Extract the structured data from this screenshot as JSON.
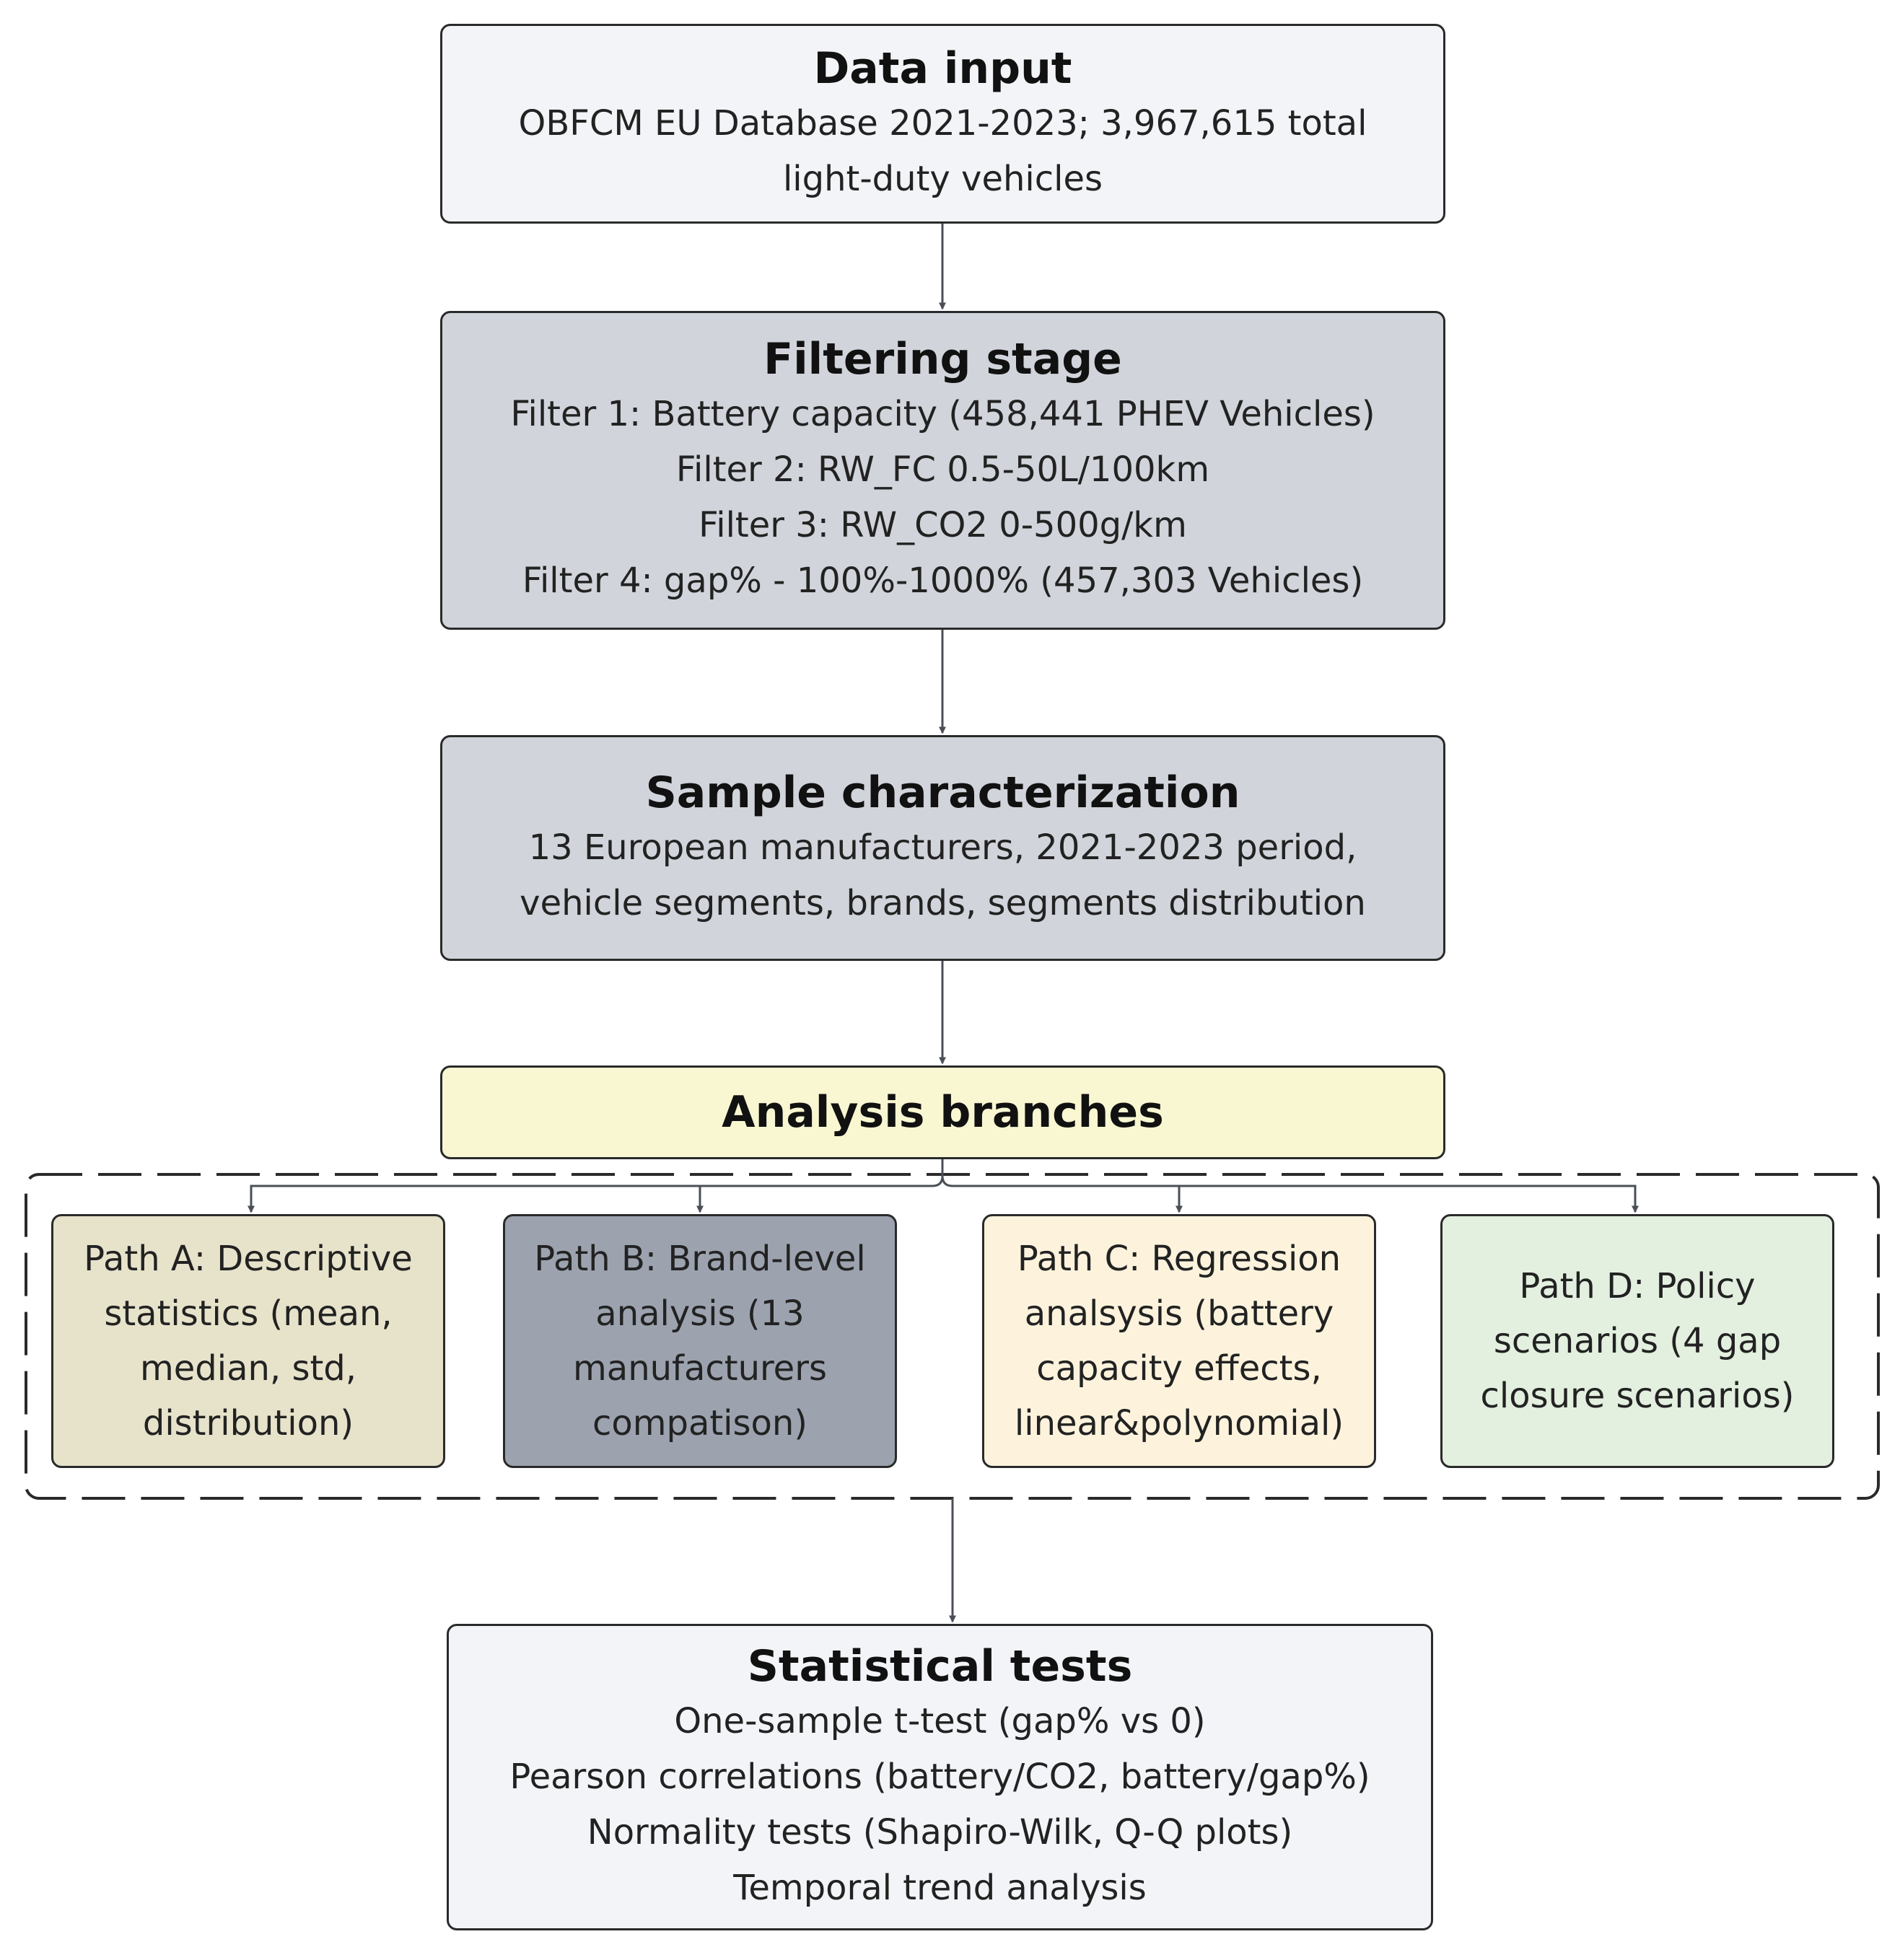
{
  "nodes": {
    "data_input": {
      "title": "Data input",
      "lines": [
        "OBFCM EU Database 2021-2023; 3,967,615 total",
        "light-duty vehicles"
      ]
    },
    "filtering": {
      "title": "Filtering stage",
      "lines": [
        "Filter 1: Battery capacity (458,441 PHEV Vehicles)",
        "Filter 2: RW_FC 0.5-50L/100km",
        "Filter 3: RW_CO2 0-500g/km",
        "Filter 4: gap% - 100%-1000% (457,303 Vehicles)"
      ]
    },
    "sample": {
      "title": "Sample characterization",
      "lines": [
        "13 European manufacturers, 2021-2023 period,",
        "vehicle segments, brands, segments distribution"
      ]
    },
    "analysis": {
      "title": "Analysis branches"
    },
    "paths": [
      {
        "lines": [
          "Path A: Descriptive",
          "statistics (mean,",
          "median, std,",
          "distribution)"
        ]
      },
      {
        "lines": [
          "Path B: Brand-level",
          "analysis (13",
          "manufacturers",
          "compatison)"
        ]
      },
      {
        "lines": [
          "Path C: Regression",
          "analsysis (battery",
          "capacity effects,",
          "linear&polynomial)"
        ]
      },
      {
        "lines": [
          "Path D: Policy",
          "scenarios (4 gap",
          "closure scenarios)"
        ]
      }
    ],
    "statistical_tests": {
      "title": "Statistical tests",
      "lines": [
        "One-sample t-test (gap% vs 0)",
        "Pearson correlations (battery/CO2, battery/gap%)",
        "Normality tests (Shapiro-Wilk, Q-Q plots)",
        "Temporal trend analysis"
      ]
    }
  },
  "colors": {
    "light_gray": "#f2f4f7",
    "mid_gray": "#d1d5db",
    "yellow": "#f9f7d2",
    "path_a": "#e7e3cb",
    "path_b": "#9ca3af",
    "path_c": "#fdf3dd",
    "path_d": "#e3efdf",
    "border": "#2a2a2a",
    "connector": "#4a4f57"
  }
}
